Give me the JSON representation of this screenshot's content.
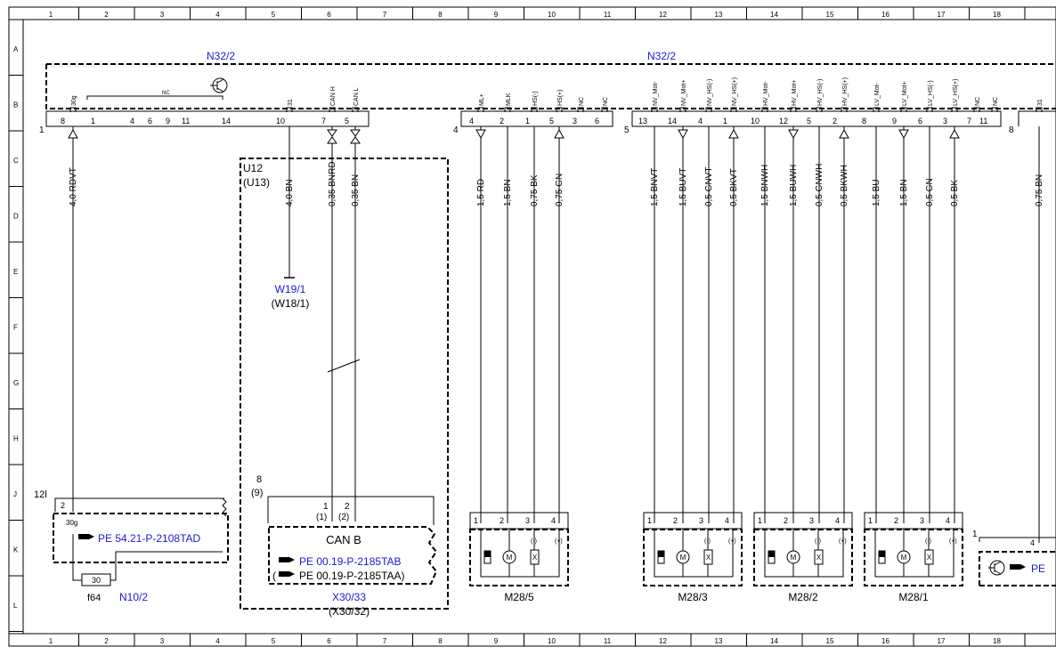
{
  "frame": {
    "columns": [
      "1",
      "2",
      "3",
      "4",
      "5",
      "6",
      "7",
      "8",
      "9",
      "10",
      "11",
      "12",
      "13",
      "14",
      "15",
      "16",
      "17",
      "18"
    ],
    "rows": [
      "A",
      "B",
      "C",
      "D",
      "E",
      "F",
      "G",
      "H",
      "J",
      "K",
      "L"
    ]
  },
  "components": {
    "n32_2_left": "N32/2",
    "n32_2_right": "N32/2",
    "u12": "U12",
    "u13": "(U13)",
    "w19_1": "W19/1",
    "w18_1": "(W18/1)",
    "can_b": "CAN B",
    "pe_canb_1": "PE 00.19-P-2185TAB",
    "pe_canb_2": "PE 00.19-P-2185TAA)",
    "x30_33": "X30/33",
    "x30_32": "(X30/32)",
    "pe_n10": "PE 54.21-P-2108TAD",
    "n10_2": "N10/2",
    "f64": "f64",
    "fuse_30": "30",
    "terminal_30g": "30g",
    "m28_5": "M28/5",
    "m28_3": "M28/3",
    "m28_2": "M28/2",
    "m28_1": "M28/1",
    "pe_right": "PE",
    "conn_12l": "12l",
    "conn_8_9": "8",
    "conn_9": "(9)",
    "pin_1_open": "(1)",
    "pin_2_open": "(2)",
    "nc": "NC"
  },
  "connectors": {
    "c1": "1",
    "c4": "4",
    "c5": "5",
    "c8": "8",
    "pins_c1": [
      "8",
      "1",
      "4",
      "6",
      "9",
      "11",
      "14",
      "10",
      "7",
      "5"
    ],
    "pins_c4": [
      "4",
      "2",
      "1",
      "5",
      "3",
      "6"
    ],
    "pins_c5": [
      "13",
      "14",
      "4",
      "1",
      "10",
      "12",
      "5",
      "2",
      "8",
      "9",
      "6",
      "3",
      "7",
      "11"
    ]
  },
  "pin_labels": {
    "p30g": "30g",
    "p31": "31",
    "canh": "CAN H",
    "canl": "CAN L",
    "ml": "ML+",
    "mlk": "MLK",
    "hs_m": "HS(-)",
    "hs_p": "HS(+)",
    "nv_mot_m": "NV_Mot-",
    "nv_mot_p": "NV_Mot+",
    "nv_hs_m": "NV_HS(-)",
    "nv_hs_p": "NV_HS(+)",
    "hv_mot_m": "HV_Mot-",
    "hv_mot_p": "HV_Mot+",
    "hv_hs_m": "HV_HS(-)",
    "hv_hs_p": "HV_HS(+)",
    "lv_mot_m": "LV_Mot-",
    "lv_mot_p": "LV_Mot+",
    "lv_hs_m": "LV_HS(-)",
    "lv_hs_p": "LV_HS(+)"
  },
  "wires": {
    "w_rdvt": "4,0 RDVT",
    "w_bn_31": "4,0 BN",
    "w_bnrd": "0,35 BNRD",
    "w_bn035": "0,35 BN",
    "w_rd": "1,5 RD",
    "w_bn15": "1,5 BN",
    "w_bk075": "0,75 BK",
    "w_gn075": "0,75 GN",
    "w_bnvt": "1,5 BNVT",
    "w_buvt": "1,5 BUVT",
    "w_gnvt": "0,5 GNVT",
    "w_bkvt": "0,5 BKVT",
    "w_bnwh": "1,5 BNWH",
    "w_buwh": "1,5 BUWH",
    "w_gnwh": "0,5 GNWH",
    "w_bkwh": "0,5 BKWH",
    "w_bu": "1,5 BU",
    "w_bn15b": "1,5 BN",
    "w_gn05": "0,5 GN",
    "w_bk05": "0,5 BK",
    "w_bn075": "0,75 BN"
  },
  "motor_pins": [
    "1",
    "2",
    "3",
    "4"
  ],
  "motor_symbols": {
    "m": "M",
    "x": "X",
    "minus": "(-)",
    "plus": "(+)"
  },
  "colors": {
    "component_ref": "#1a1ad6",
    "line": "#000000"
  }
}
